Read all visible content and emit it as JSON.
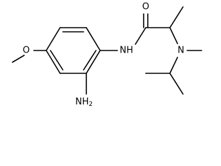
{
  "atoms": {
    "oxygen_carbonyl": "O",
    "nitrogen_amide": "NH",
    "nitrogen_amine": "N",
    "oxygen_methoxy": "O",
    "amino_group": "NH",
    "amino_subscript": "2"
  },
  "colors": {
    "bond": "#000000",
    "label": "#000000",
    "background": "#ffffff"
  }
}
